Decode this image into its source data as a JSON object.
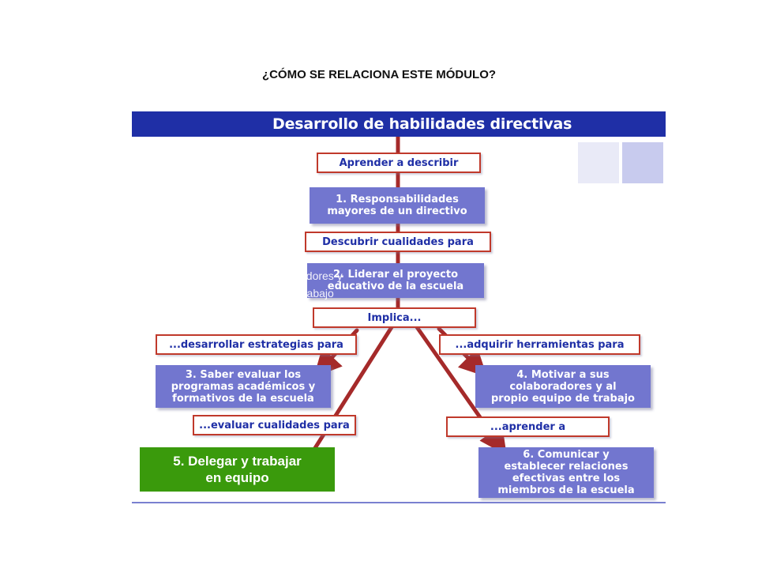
{
  "heading": "¿CÓMO SE RELACIONA ESTE MÓDULO?",
  "banner": "Desarrollo de habilidades directivas",
  "connectors": {
    "describe": "Aprender a describir",
    "discover": "Descubrir cualidades para",
    "implies": "Implica...",
    "strategies": "...desarrollar estrategias para",
    "tools": "...adquirir herramientas para",
    "evaluate_qualities": "...evaluar cualidades para",
    "learn": "...aprender a"
  },
  "blocks": {
    "b1": "1. Responsabilidades\nmayores de un directivo",
    "b2": "2. Liderar el proyecto\neducativo de la escuela",
    "b3": "3. Saber evaluar los\nprogramas académicos y\nformativos de la escuela",
    "b4": "4. Motivar a sus\ncolaboradores y al\npropio equipo de trabajo",
    "b5": "5. Delegar y trabajar\nen equipo",
    "b6": "6. Comunicar y\nestablecer relaciones\nefectivas entre los\nmiembros de la escuela"
  },
  "overlay_fragment": "adores y\ntrabajo",
  "colors": {
    "banner": "#1f2fa6",
    "block": "#7276cf",
    "connector_border": "#c0392b",
    "arrow": "#a52a2a",
    "green": "#3a9a0c"
  }
}
